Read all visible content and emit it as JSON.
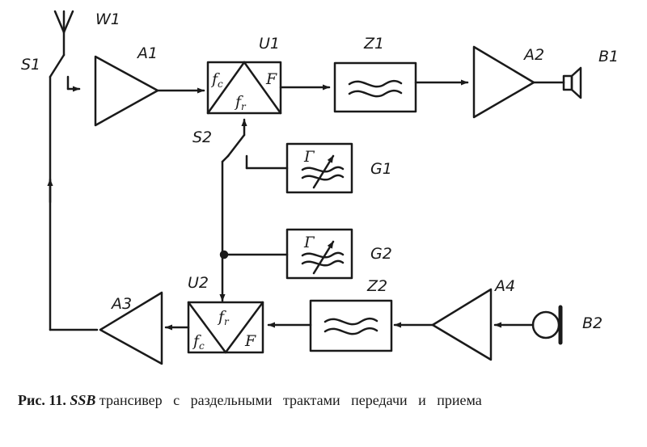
{
  "labels": {
    "W1": "W1",
    "S1": "S1",
    "S2": "S2",
    "A1": "A1",
    "A2": "A2",
    "A3": "A3",
    "A4": "A4",
    "U1": "U1",
    "U2": "U2",
    "Z1": "Z1",
    "Z2": "Z2",
    "G1": "G1",
    "G2": "G2",
    "B1": "B1",
    "B2": "B2"
  },
  "mixers": {
    "U1": {
      "fc": "f",
      "fc_sub": "c",
      "fr": "f",
      "fr_sub": "r",
      "F": "F"
    },
    "U2": {
      "fc": "f",
      "fc_sub": "c",
      "fr": "f",
      "fr_sub": "r",
      "F": "F"
    }
  },
  "generators": {
    "G1": {
      "symbol": "Г"
    },
    "G2": {
      "symbol": "Г"
    }
  },
  "caption": {
    "number": "Рис. 11.",
    "ssb": "SSB",
    "text": "трансивер с раздельными трактами передачи и приема"
  }
}
